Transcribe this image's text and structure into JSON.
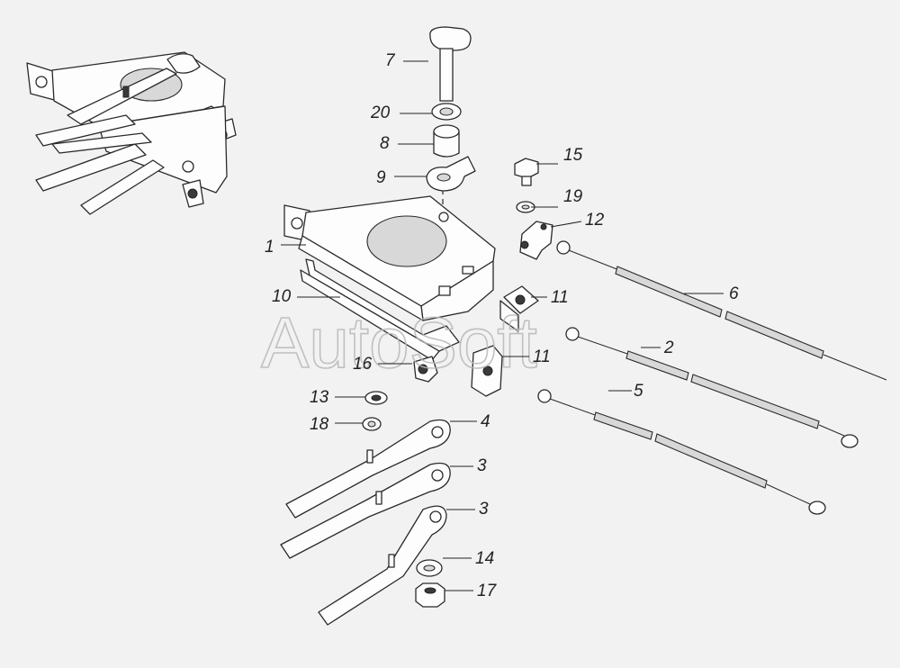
{
  "watermark": "AutoSoft",
  "callouts": [
    {
      "label": "7"
    },
    {
      "label": "20"
    },
    {
      "label": "8"
    },
    {
      "label": "9"
    },
    {
      "label": "15"
    },
    {
      "label": "19"
    },
    {
      "label": "12"
    },
    {
      "label": "1"
    },
    {
      "label": "6"
    },
    {
      "label": "10"
    },
    {
      "label": "11"
    },
    {
      "label": "2"
    },
    {
      "label": "16"
    },
    {
      "label": "11"
    },
    {
      "label": "13"
    },
    {
      "label": "5"
    },
    {
      "label": "18"
    },
    {
      "label": "4"
    },
    {
      "label": "3"
    },
    {
      "label": "3"
    },
    {
      "label": "14"
    },
    {
      "label": "17"
    }
  ]
}
